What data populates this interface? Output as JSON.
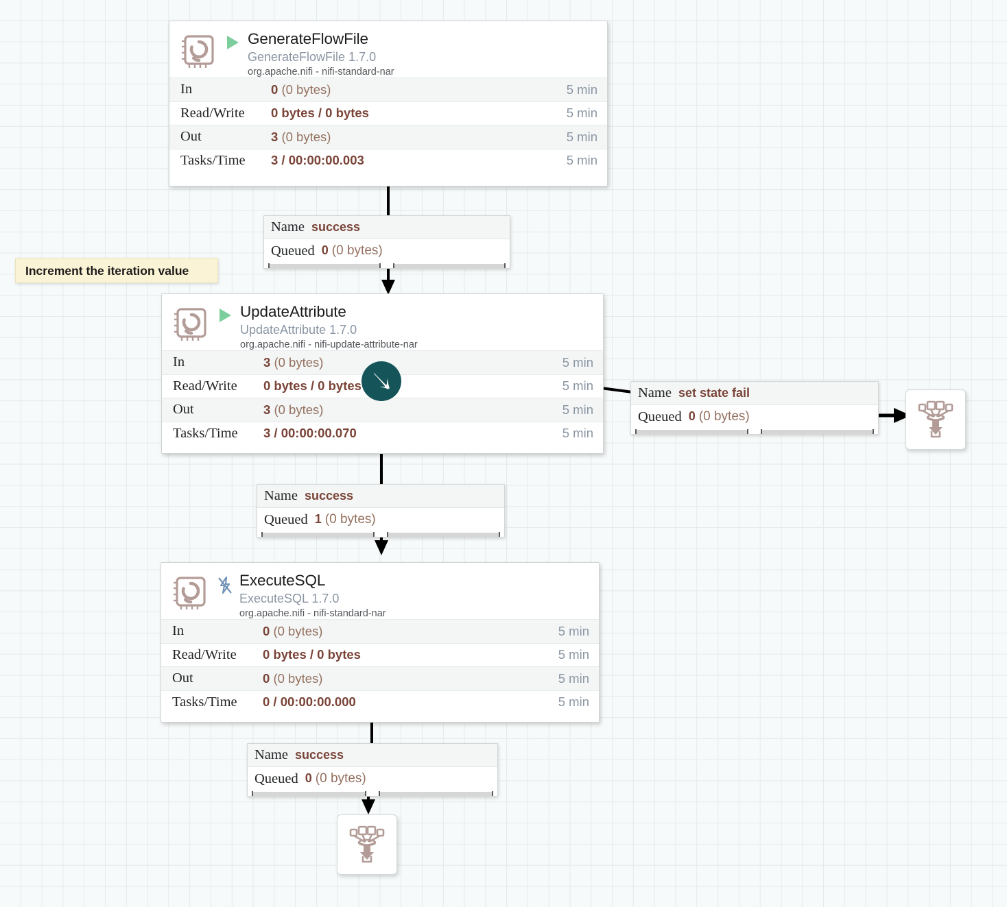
{
  "canvas": {
    "grid_color": "#e3eaea",
    "background_color": "#f7fafa"
  },
  "tooltip": {
    "text": "Increment the iteration value",
    "background": "#fbf3d5"
  },
  "stat_labels": {
    "in": "In",
    "read_write": "Read/Write",
    "out": "Out",
    "tasks_time": "Tasks/Time",
    "name": "Name",
    "queued": "Queued"
  },
  "processors": [
    {
      "id": "generateflowfile",
      "name": "GenerateFlowFile",
      "type_version": "GenerateFlowFile 1.7.0",
      "bundle": "org.apache.nifi - nifi-standard-nar",
      "status_icon": "run-triangle-icon",
      "status_color": "#7ccf9c",
      "stats": {
        "in_value": "0",
        "in_bytes": "(0 bytes)",
        "in_time": "5 min",
        "read_write_value": "0 bytes / 0 bytes",
        "read_write_time": "5 min",
        "out_value": "3",
        "out_bytes": "(0 bytes)",
        "out_time": "5 min",
        "tasks_time_value": "3 / 00:00:00.003",
        "tasks_time_time": "5 min"
      }
    },
    {
      "id": "updateattribute",
      "name": "UpdateAttribute",
      "type_version": "UpdateAttribute 1.7.0",
      "bundle": "org.apache.nifi - nifi-update-attribute-nar",
      "status_icon": "run-triangle-icon",
      "status_color": "#7ccf9c",
      "stats": {
        "in_value": "3",
        "in_bytes": "(0 bytes)",
        "in_time": "5 min",
        "read_write_value": "0 bytes / 0 bytes",
        "read_write_time": "5 min",
        "out_value": "3",
        "out_bytes": "(0 bytes)",
        "out_time": "5 min",
        "tasks_time_value": "3 / 00:00:00.070",
        "tasks_time_time": "5 min"
      }
    },
    {
      "id": "executesql",
      "name": "ExecuteSQL",
      "type_version": "ExecuteSQL 1.7.0",
      "bundle": "org.apache.nifi - nifi-standard-nar",
      "status_icon": "disabled-bolt-icon",
      "status_color": "#7191b5",
      "stats": {
        "in_value": "0",
        "in_bytes": "(0 bytes)",
        "in_time": "5 min",
        "read_write_value": "0 bytes / 0 bytes",
        "read_write_time": "5 min",
        "out_value": "0",
        "out_bytes": "(0 bytes)",
        "out_time": "5 min",
        "tasks_time_value": "0 / 00:00:00.000",
        "tasks_time_time": "5 min"
      }
    }
  ],
  "connections": [
    {
      "id": "gff-to-ua",
      "name": "success",
      "queued_count": "0",
      "queued_bytes": "(0 bytes)"
    },
    {
      "id": "ua-to-funnel",
      "name": "set state fail",
      "queued_count": "0",
      "queued_bytes": "(0 bytes)"
    },
    {
      "id": "ua-to-sql",
      "name": "success",
      "queued_count": "1",
      "queued_bytes": "(0 bytes)"
    },
    {
      "id": "sql-to-funnel",
      "name": "success",
      "queued_count": "0",
      "queued_bytes": "(0 bytes)"
    }
  ],
  "funnels": [
    {
      "id": "funnel-right",
      "icon": "funnel-icon"
    },
    {
      "id": "funnel-bottom",
      "icon": "funnel-icon"
    }
  ],
  "cursor": {
    "icon": "mouse-pointer-arrow-icon",
    "color": "#155458"
  }
}
